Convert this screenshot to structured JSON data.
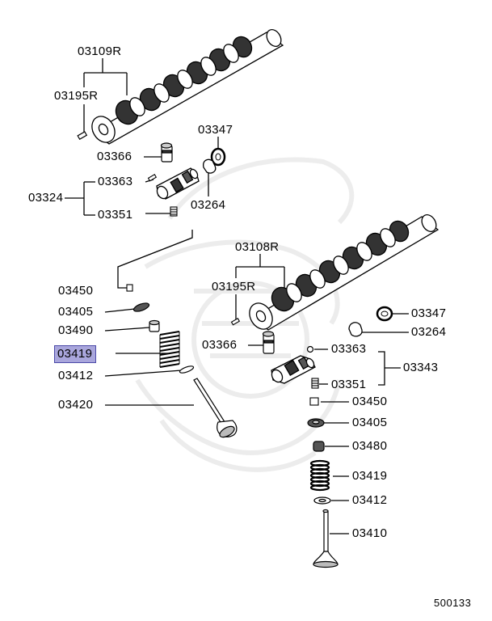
{
  "diagram_code": "500133",
  "labels": {
    "l03109R": "03109R",
    "l03195R_top": "03195R",
    "l03347_top": "03347",
    "l03366_top": "03366",
    "l03363_top": "03363",
    "l03324": "03324",
    "l03264_top": "03264",
    "l03351_top": "03351",
    "l03108R": "03108R",
    "l03195R_mid": "03195R",
    "l03450_left": "03450",
    "l03405_left": "03405",
    "l03490": "03490",
    "l03419_left": "03419",
    "l03412_left": "03412",
    "l03420": "03420",
    "l03347_right": "03347",
    "l03264_right": "03264",
    "l03366_right": "03366",
    "l03363_right": "03363",
    "l03343": "03343",
    "l03351_right": "03351",
    "l03450_right": "03450",
    "l03405_right": "03405",
    "l03480": "03480",
    "l03419_right": "03419",
    "l03412_right": "03412",
    "l03410": "03410"
  },
  "highlight": {
    "color": "#a9a6dc",
    "border": "#4b4aa8"
  }
}
